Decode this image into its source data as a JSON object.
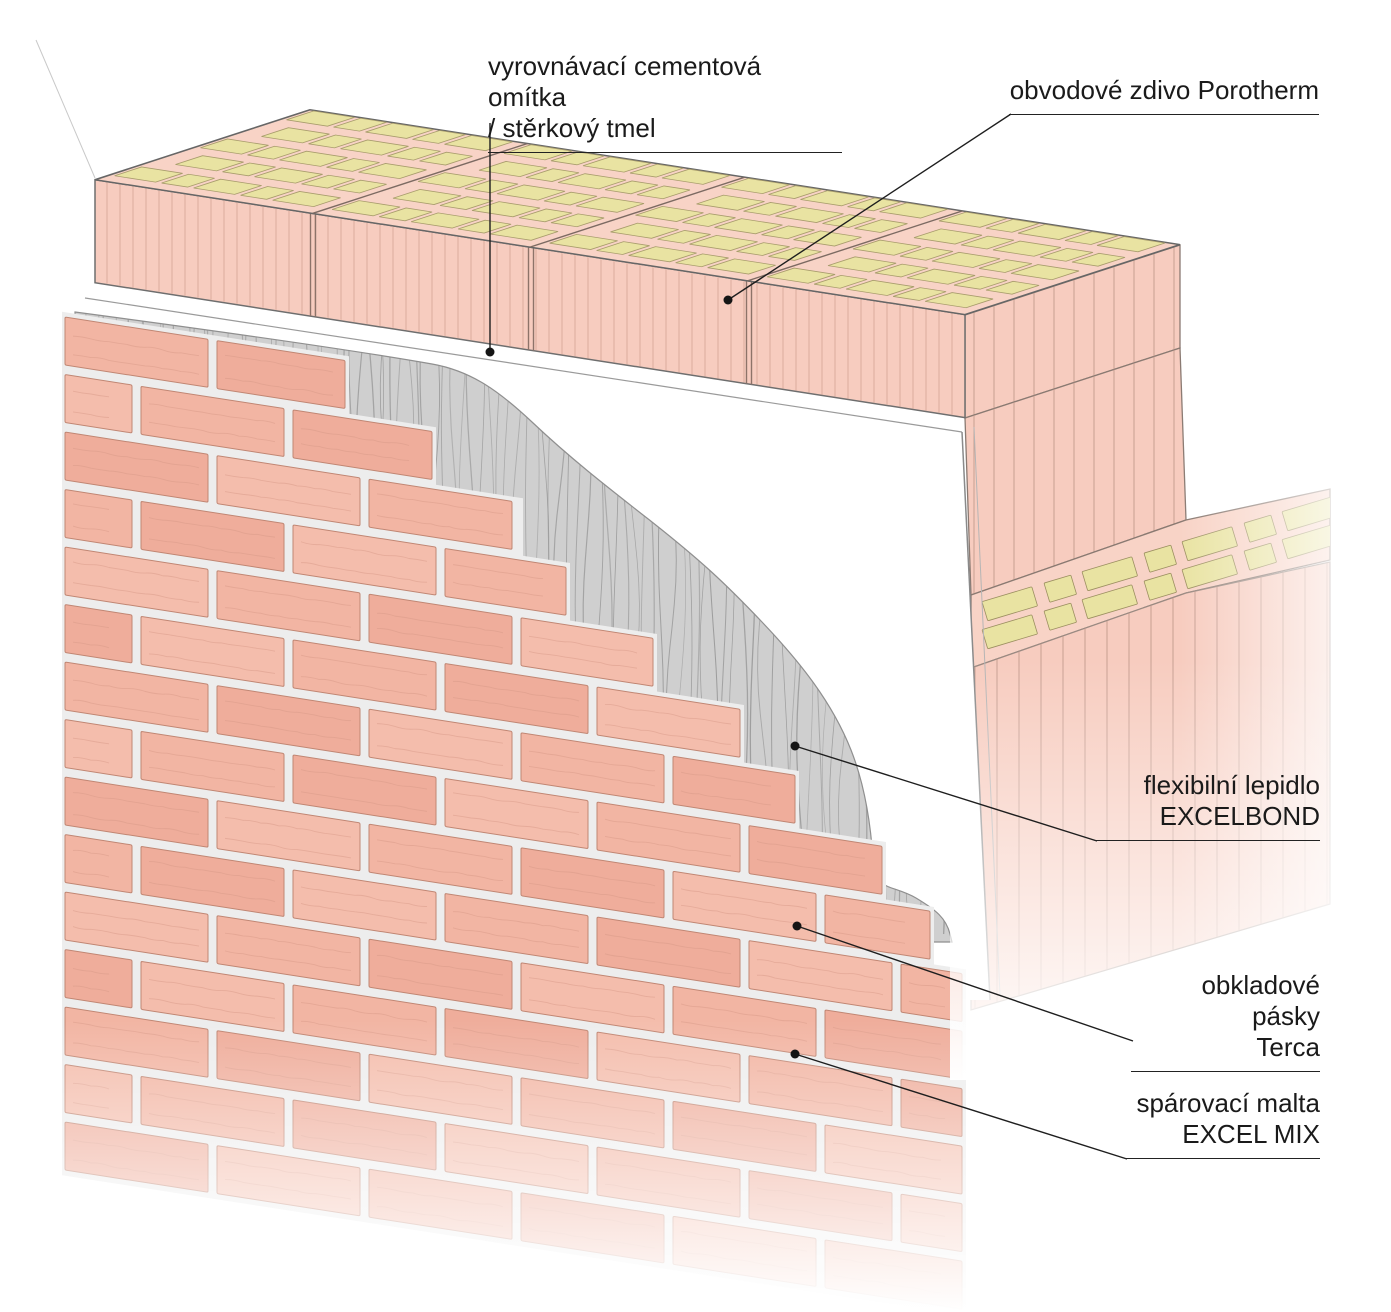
{
  "diagram": {
    "labels": {
      "leveling_plaster": {
        "lines": [
          "vyrovnávací cementová omítka",
          "/ stěrkový tmel"
        ]
      },
      "masonry": {
        "lines": [
          "obvodové zdivo Porotherm"
        ]
      },
      "adhesive": {
        "lines": [
          "flexibilní lepidlo",
          "EXCELBOND"
        ]
      },
      "cladding": {
        "lines": [
          "obkladové pásky",
          "Terca"
        ]
      },
      "mortar": {
        "lines": [
          "spárovací malta",
          "EXCEL MIX"
        ]
      }
    }
  },
  "colors": {
    "background": "#ffffff",
    "block_pink": "#f7ccbf",
    "block_top": "#f8d3c6",
    "core_yellow": "#e9e3a2",
    "adhesive_gray": "#cfcfcf",
    "brick_a": "#f2b5a3",
    "brick_b": "#efad9b",
    "brick_c": "#f4bdac",
    "brick_edge": "#c08673",
    "brick_tex": "#d89a88",
    "joint_mortar": "#ededed",
    "line_dark": "#222222"
  }
}
